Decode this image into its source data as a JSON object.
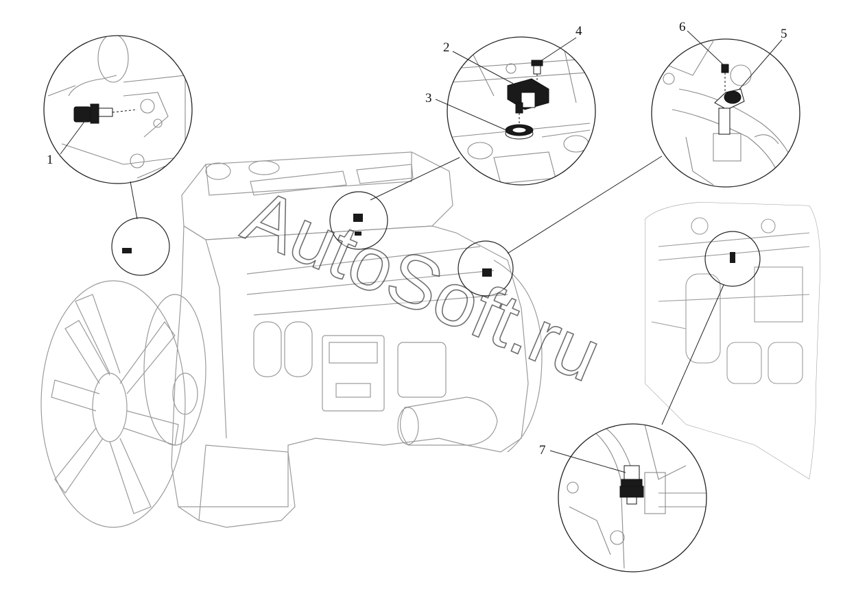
{
  "diagram": {
    "callouts": [
      {
        "id": "1",
        "label": "1"
      },
      {
        "id": "2",
        "label": "2"
      },
      {
        "id": "3",
        "label": "3"
      },
      {
        "id": "4",
        "label": "4"
      },
      {
        "id": "5",
        "label": "5"
      },
      {
        "id": "6",
        "label": "6"
      },
      {
        "id": "7",
        "label": "7"
      }
    ],
    "watermark": "AutoSoft.ru",
    "colors": {
      "line": "#222222",
      "faint": "#9a9a9a",
      "part": "#1a1a1a"
    }
  }
}
